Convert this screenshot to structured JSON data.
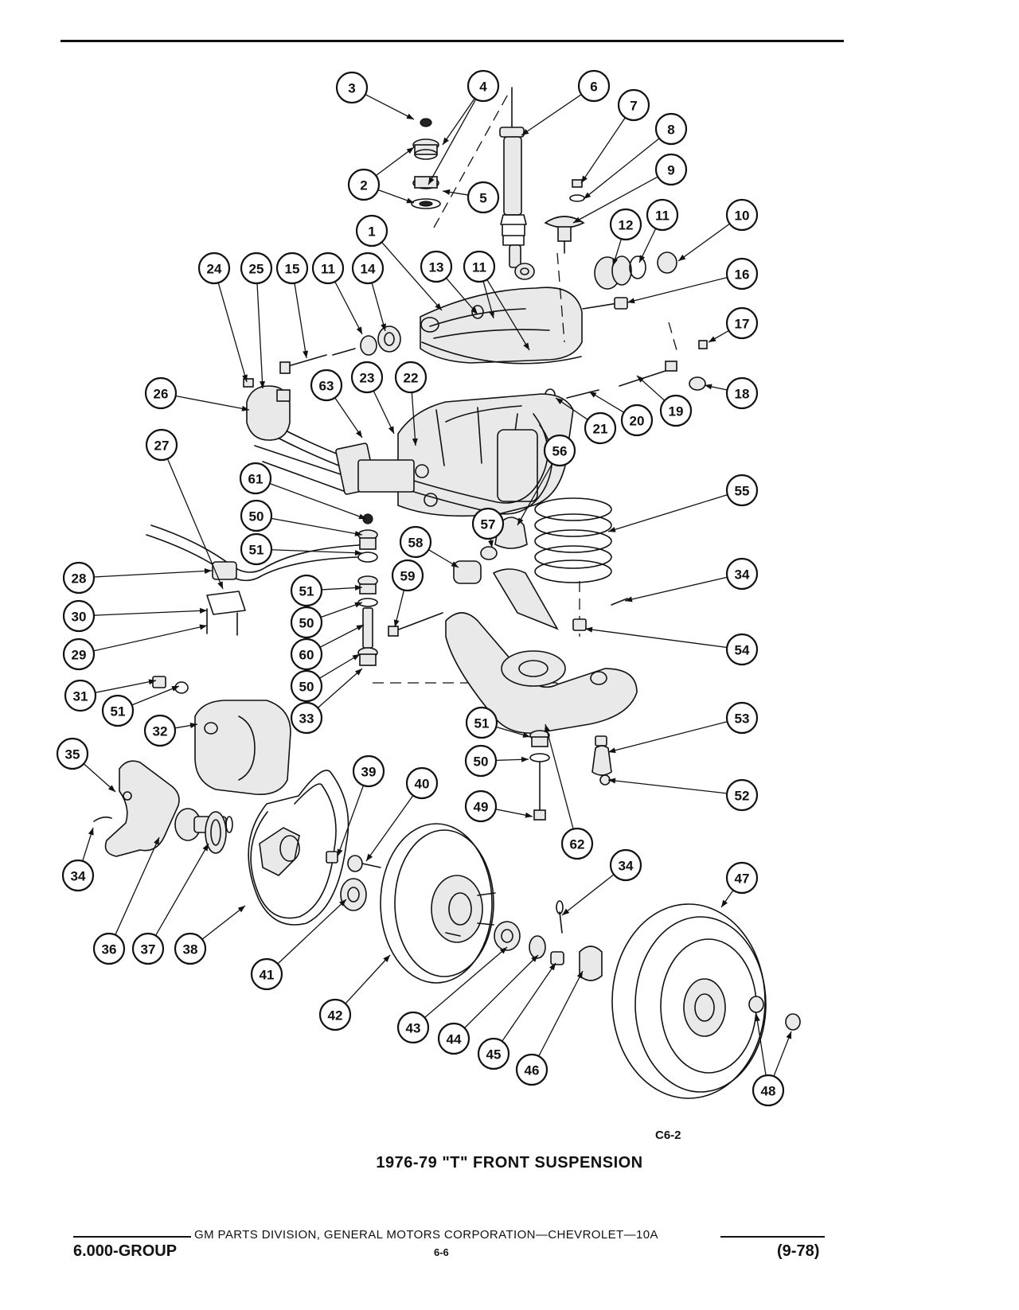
{
  "diagram": {
    "title": "1976-79 \"T\" FRONT SUSPENSION",
    "figure_code": "C6-2",
    "callouts": [
      "3",
      "4",
      "6",
      "7",
      "8",
      "9",
      "2",
      "5",
      "10",
      "11",
      "12",
      "1",
      "24",
      "25",
      "15",
      "11",
      "14",
      "13",
      "11",
      "16",
      "17",
      "23",
      "22",
      "26",
      "63",
      "18",
      "19",
      "20",
      "21",
      "27",
      "56",
      "61",
      "50",
      "51",
      "55",
      "57",
      "58",
      "59",
      "34",
      "28",
      "51",
      "30",
      "50",
      "54",
      "60",
      "29",
      "50",
      "31",
      "51",
      "32",
      "33",
      "35",
      "53",
      "51",
      "50",
      "39",
      "52",
      "40",
      "49",
      "62",
      "34",
      "47",
      "34",
      "36",
      "37",
      "38",
      "41",
      "42",
      "43",
      "44",
      "45",
      "46",
      "48"
    ]
  },
  "footer": {
    "publisher": "GM PARTS DIVISION, GENERAL MOTORS CORPORATION—CHEVROLET—10A",
    "group": "6.000-GROUP",
    "page": "6-6",
    "date": "(9-78)"
  }
}
